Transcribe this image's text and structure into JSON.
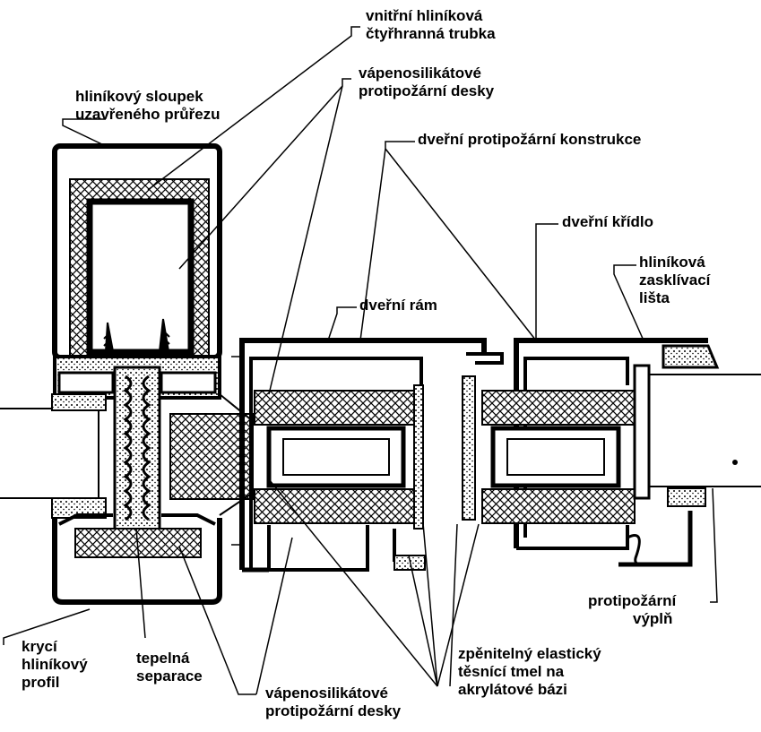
{
  "labels": {
    "inner_tube": [
      "vnitřní hliníková",
      "čtyřhranná trubka"
    ],
    "silicate_boards_top": [
      "vápenosilikátové",
      "protipožární desky"
    ],
    "aluminium_post": [
      "hliníkový sloupek",
      "uzavřeného průřezu"
    ],
    "door_construction": [
      "dveřní protipožární konstrukce"
    ],
    "door_leaf": [
      "dveřní křídlo"
    ],
    "glazing_bead": [
      "hliníková",
      "zasklívací",
      "lišta"
    ],
    "door_frame": [
      "dveřní rám"
    ],
    "fire_glazing": [
      "protipožární",
      "výplň"
    ],
    "cover_profile": [
      "krycí",
      "hliníkový",
      "profil"
    ],
    "thermal_break": [
      "tepelná",
      "separace"
    ],
    "silicate_boards_bottom": [
      "vápenosilikátové",
      "protipožární desky"
    ],
    "sealant": [
      "zpěnitelný elastický",
      "těsnící tmel na",
      "akrylátové bázi"
    ]
  },
  "colors": {
    "line": "#000000",
    "background": "#ffffff"
  }
}
